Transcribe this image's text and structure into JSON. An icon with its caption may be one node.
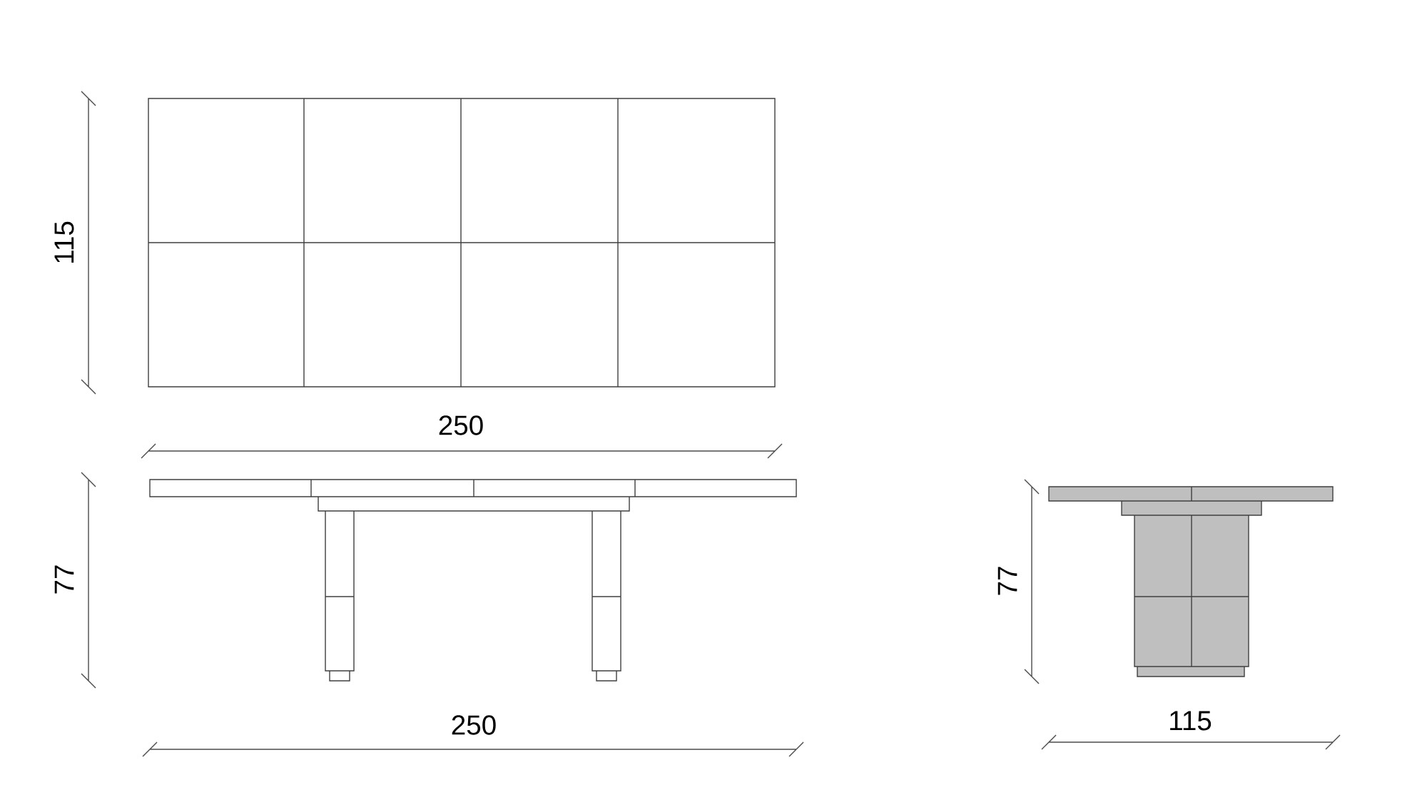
{
  "diagram": {
    "labels": [
      "115",
      "250",
      "77",
      "250",
      "77",
      "115"
    ]
  }
}
